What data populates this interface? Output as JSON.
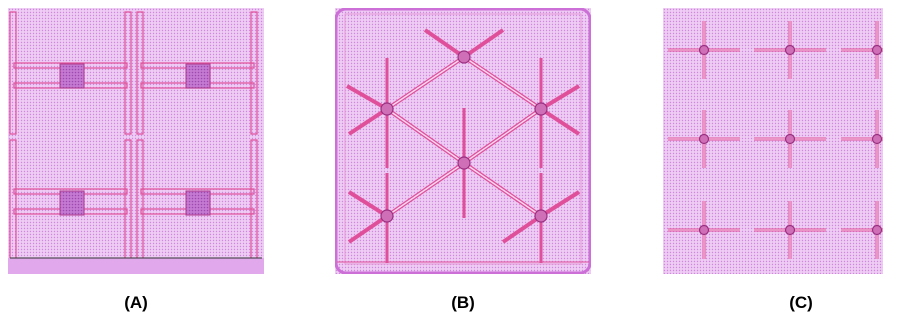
{
  "figure": {
    "panels": [
      {
        "id": "A",
        "label": "(A)"
      },
      {
        "id": "B",
        "label": "(B)"
      },
      {
        "id": "C",
        "label": "(C)"
      }
    ],
    "colors": {
      "background": "#eeccf4",
      "dot": "#cf88dc",
      "line": "#e0509a",
      "node": "#b03a8c",
      "border": "#cc6fd6",
      "block": "#b865c4"
    }
  }
}
